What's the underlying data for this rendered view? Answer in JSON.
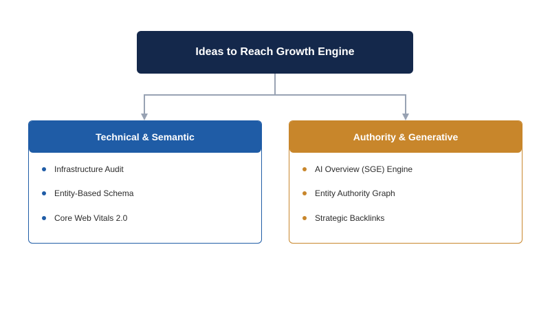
{
  "root": {
    "title": "Ideas to Reach Growth Engine",
    "color": "#14284b"
  },
  "connector_color": "#98a2b3",
  "branches": [
    {
      "title": "Technical & Semantic",
      "color": "#1f5ca6",
      "items": [
        "Infrastructure Audit",
        "Entity-Based Schema",
        "Core Web Vitals 2.0"
      ]
    },
    {
      "title": "Authority & Generative",
      "color": "#c8862b",
      "items": [
        "AI Overview (SGE) Engine",
        "Entity Authority Graph",
        "Strategic Backlinks"
      ]
    }
  ]
}
